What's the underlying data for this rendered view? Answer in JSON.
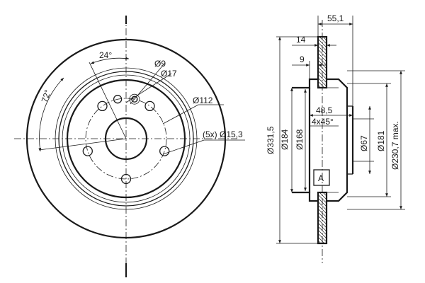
{
  "front_view": {
    "angle_hole_spacing": "24°",
    "angle_bolt_spacing": "72°",
    "hole_small_dia": "Ø9",
    "hole_stud_dia": "Ø17",
    "bolt_circle_dia": "Ø112",
    "bolt_hole_note": "(5x) Ø15,3"
  },
  "side_view": {
    "overall_height": "55,1",
    "disc_thickness": "14",
    "hat_step": "9",
    "outer_dia": "Ø331,5",
    "friction_inner_dia": "Ø184",
    "hat_outer_dia": "Ø168",
    "hat_depth": "48,5",
    "chamfer": "4x45°",
    "center_bore_dia": "Ø67",
    "hub_face_dia": "Ø181",
    "max_dia": "Ø230,7 max.",
    "section_label": "A"
  }
}
